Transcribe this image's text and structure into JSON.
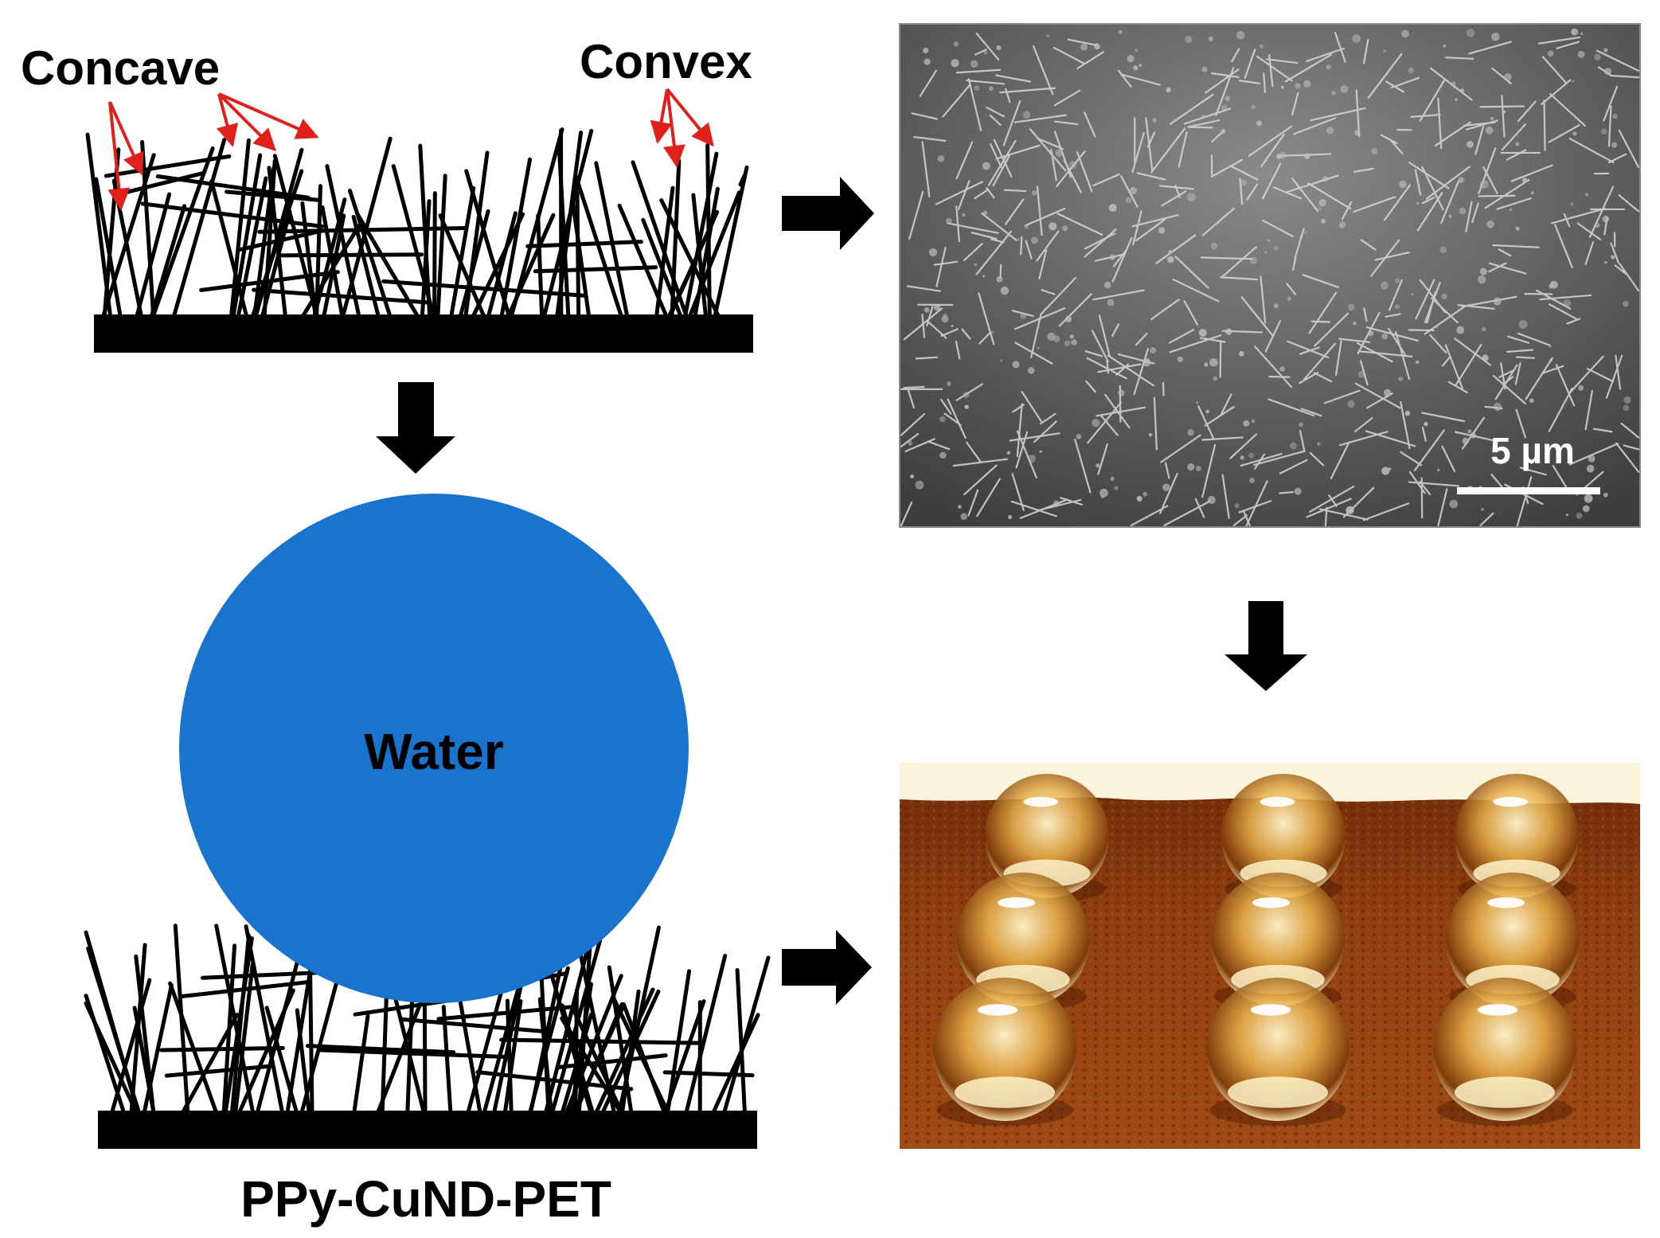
{
  "labels": {
    "concave": "Concave",
    "convex": "Convex",
    "water": "Water",
    "scale_bar": "5 µm",
    "material": "PPy-CuND-PET"
  },
  "colors": {
    "fiber": "#000000",
    "substrate": "#000000",
    "annotation_arrow": "#e0201a",
    "water_drop": "#1874cd",
    "sem_background": "#5a5a5a",
    "fabric": "#8a3a0e",
    "flow_arrow": "#000000"
  },
  "photo": {
    "droplet_rows": 3,
    "droplet_columns": 3
  },
  "icons": [
    "right-arrow-icon",
    "down-arrow-icon"
  ]
}
